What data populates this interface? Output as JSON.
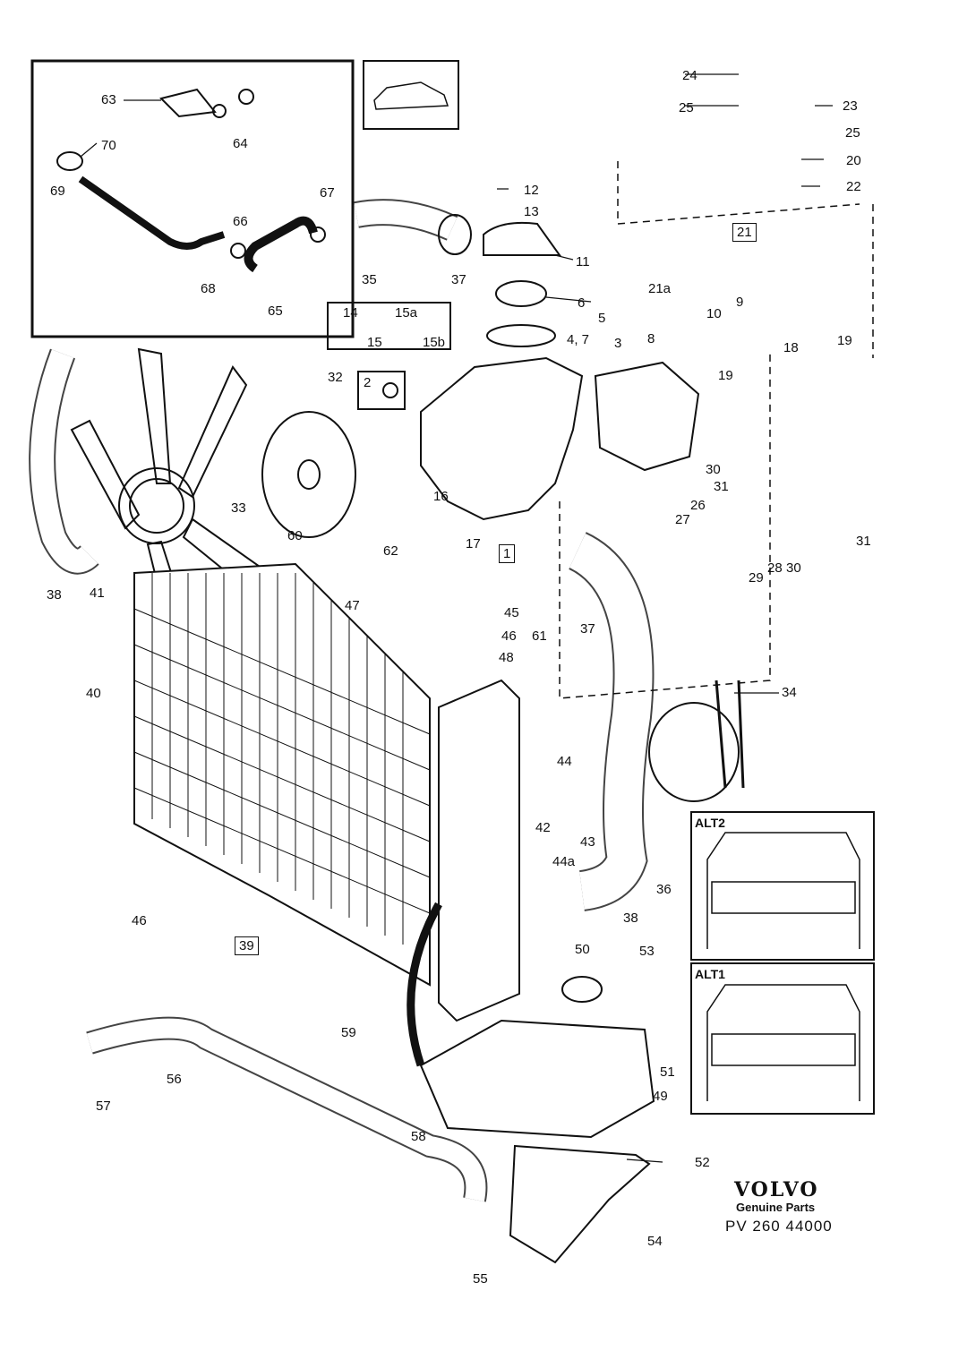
{
  "callouts": [
    {
      "id": "c63",
      "text": "63"
    },
    {
      "id": "c70",
      "text": "70"
    },
    {
      "id": "c69",
      "text": "69"
    },
    {
      "id": "c64",
      "text": "64"
    },
    {
      "id": "c67",
      "text": "67"
    },
    {
      "id": "c66",
      "text": "66"
    },
    {
      "id": "c68",
      "text": "68"
    },
    {
      "id": "c65",
      "text": "65"
    },
    {
      "id": "c24",
      "text": "24"
    },
    {
      "id": "c25a",
      "text": "25"
    },
    {
      "id": "c23",
      "text": "23"
    },
    {
      "id": "c25b",
      "text": "25"
    },
    {
      "id": "c20",
      "text": "20"
    },
    {
      "id": "c22",
      "text": "22"
    },
    {
      "id": "c21",
      "text": "21"
    },
    {
      "id": "c21a",
      "text": "21a"
    },
    {
      "id": "c12",
      "text": "12"
    },
    {
      "id": "c13",
      "text": "13"
    },
    {
      "id": "c11",
      "text": "11"
    },
    {
      "id": "c35",
      "text": "35"
    },
    {
      "id": "c37a",
      "text": "37"
    },
    {
      "id": "c6",
      "text": "6"
    },
    {
      "id": "c5",
      "text": "5"
    },
    {
      "id": "c47x",
      "text": "4, 7"
    },
    {
      "id": "c14",
      "text": "14"
    },
    {
      "id": "c15",
      "text": "15"
    },
    {
      "id": "c15a",
      "text": "15a"
    },
    {
      "id": "c15b",
      "text": "15b"
    },
    {
      "id": "c10",
      "text": "10"
    },
    {
      "id": "c9",
      "text": "9"
    },
    {
      "id": "c3",
      "text": "3"
    },
    {
      "id": "c8",
      "text": "8"
    },
    {
      "id": "c18",
      "text": "18"
    },
    {
      "id": "c19a",
      "text": "19"
    },
    {
      "id": "c19b",
      "text": "19"
    },
    {
      "id": "c32",
      "text": "32"
    },
    {
      "id": "c2",
      "text": "2"
    },
    {
      "id": "c33",
      "text": "33"
    },
    {
      "id": "c16",
      "text": "16"
    },
    {
      "id": "c17",
      "text": "17"
    },
    {
      "id": "c1",
      "text": "1"
    },
    {
      "id": "c30a",
      "text": "30"
    },
    {
      "id": "c31a",
      "text": "31"
    },
    {
      "id": "c26",
      "text": "26"
    },
    {
      "id": "c27",
      "text": "27"
    },
    {
      "id": "c31b",
      "text": "31"
    },
    {
      "id": "c28",
      "text": "28"
    },
    {
      "id": "c29",
      "text": "29"
    },
    {
      "id": "c30b",
      "text": "30"
    },
    {
      "id": "c60",
      "text": "60"
    },
    {
      "id": "c62",
      "text": "62"
    },
    {
      "id": "c38a",
      "text": "38"
    },
    {
      "id": "c41",
      "text": "41"
    },
    {
      "id": "c47",
      "text": "47"
    },
    {
      "id": "c45",
      "text": "45"
    },
    {
      "id": "c46a",
      "text": "46"
    },
    {
      "id": "c61",
      "text": "61"
    },
    {
      "id": "c48",
      "text": "48"
    },
    {
      "id": "c37b",
      "text": "37"
    },
    {
      "id": "c34",
      "text": "34"
    },
    {
      "id": "c40",
      "text": "40"
    },
    {
      "id": "c44",
      "text": "44"
    },
    {
      "id": "c42",
      "text": "42"
    },
    {
      "id": "c43",
      "text": "43"
    },
    {
      "id": "c44a",
      "text": "44a"
    },
    {
      "id": "c36",
      "text": "36"
    },
    {
      "id": "c38b",
      "text": "38"
    },
    {
      "id": "c46b",
      "text": "46"
    },
    {
      "id": "c39",
      "text": "39"
    },
    {
      "id": "c50",
      "text": "50"
    },
    {
      "id": "c53",
      "text": "53"
    },
    {
      "id": "c59",
      "text": "59"
    },
    {
      "id": "c51",
      "text": "51"
    },
    {
      "id": "c49",
      "text": "49"
    },
    {
      "id": "c56",
      "text": "56"
    },
    {
      "id": "c57",
      "text": "57"
    },
    {
      "id": "c58",
      "text": "58"
    },
    {
      "id": "c52",
      "text": "52"
    },
    {
      "id": "c54",
      "text": "54"
    },
    {
      "id": "c55",
      "text": "55"
    }
  ],
  "alt_labels": {
    "alt2": "ALT2",
    "alt1": "ALT1"
  },
  "brand": {
    "name": "VOLVO",
    "subtitle": "Genuine Parts",
    "code": "PV  260  44000"
  }
}
